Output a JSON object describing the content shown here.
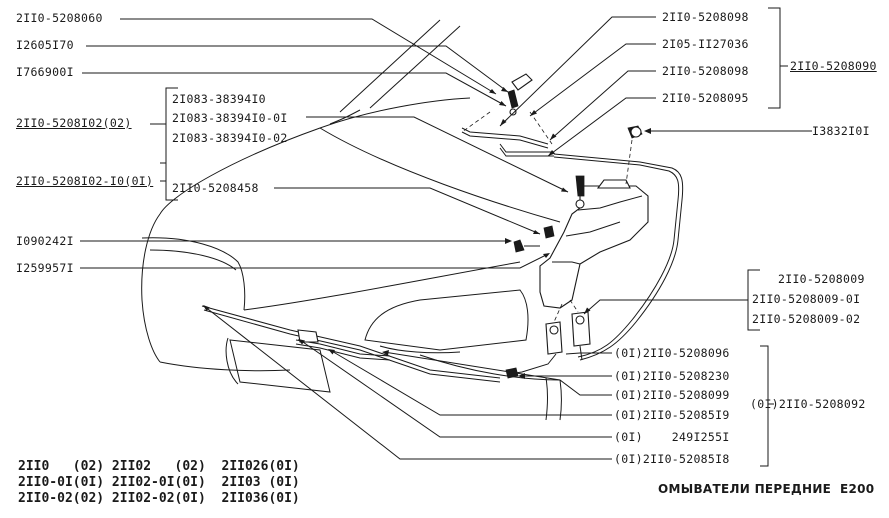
{
  "labels_left": [
    {
      "id": "p-2110-5208060",
      "text": "2II0-5208060"
    },
    {
      "id": "p-12605170",
      "text": "I2605I70"
    },
    {
      "id": "p-17669001",
      "text": "I766900I"
    },
    {
      "id": "p-2110-520810202",
      "text": "2II0-5208I02(02)"
    },
    {
      "id": "p-2110-520810210",
      "text": "2II0-5208I02-I0(0I)"
    },
    {
      "id": "p-10902421",
      "text": "I090242I"
    },
    {
      "id": "p-12599571",
      "text": "I259957I"
    }
  ],
  "bracket_group_left": [
    "2I083-38394I0",
    "2I083-38394I0-0I",
    "2I083-38394I0-02",
    "2II0-5208458"
  ],
  "labels_top_right": [
    "2II0-5208098",
    "2I05-II27036",
    "2II0-5208098",
    "2II0-5208095"
  ],
  "group_top_right": "2II0-5208090",
  "label_cap": "I3832I0I",
  "pump_group": [
    "2II0-5208009",
    "2II0-5208009-0I",
    "2II0-5208009-02"
  ],
  "labels_bottom_right": [
    "(0I)2II0-5208096",
    "(0I)2II0-5208230",
    "(0I)2II0-5208099",
    "(0I)2II0-52085I9",
    "(0I)    249I255I",
    "(0I)2II0-52085I8"
  ],
  "group_bottom_right": "(0I)2II0-5208092",
  "models": [
    "2II0   (02) 2II02   (02)  2II026(0I)",
    "2II0-0I(0I) 2II02-0I(0I)  2II03 (0I)",
    "2II0-02(02) 2II02-02(0I)  2II036(0I)"
  ],
  "title": "ОМЫВАТЕЛИ ПЕРЕДНИЕ",
  "code": "E200"
}
